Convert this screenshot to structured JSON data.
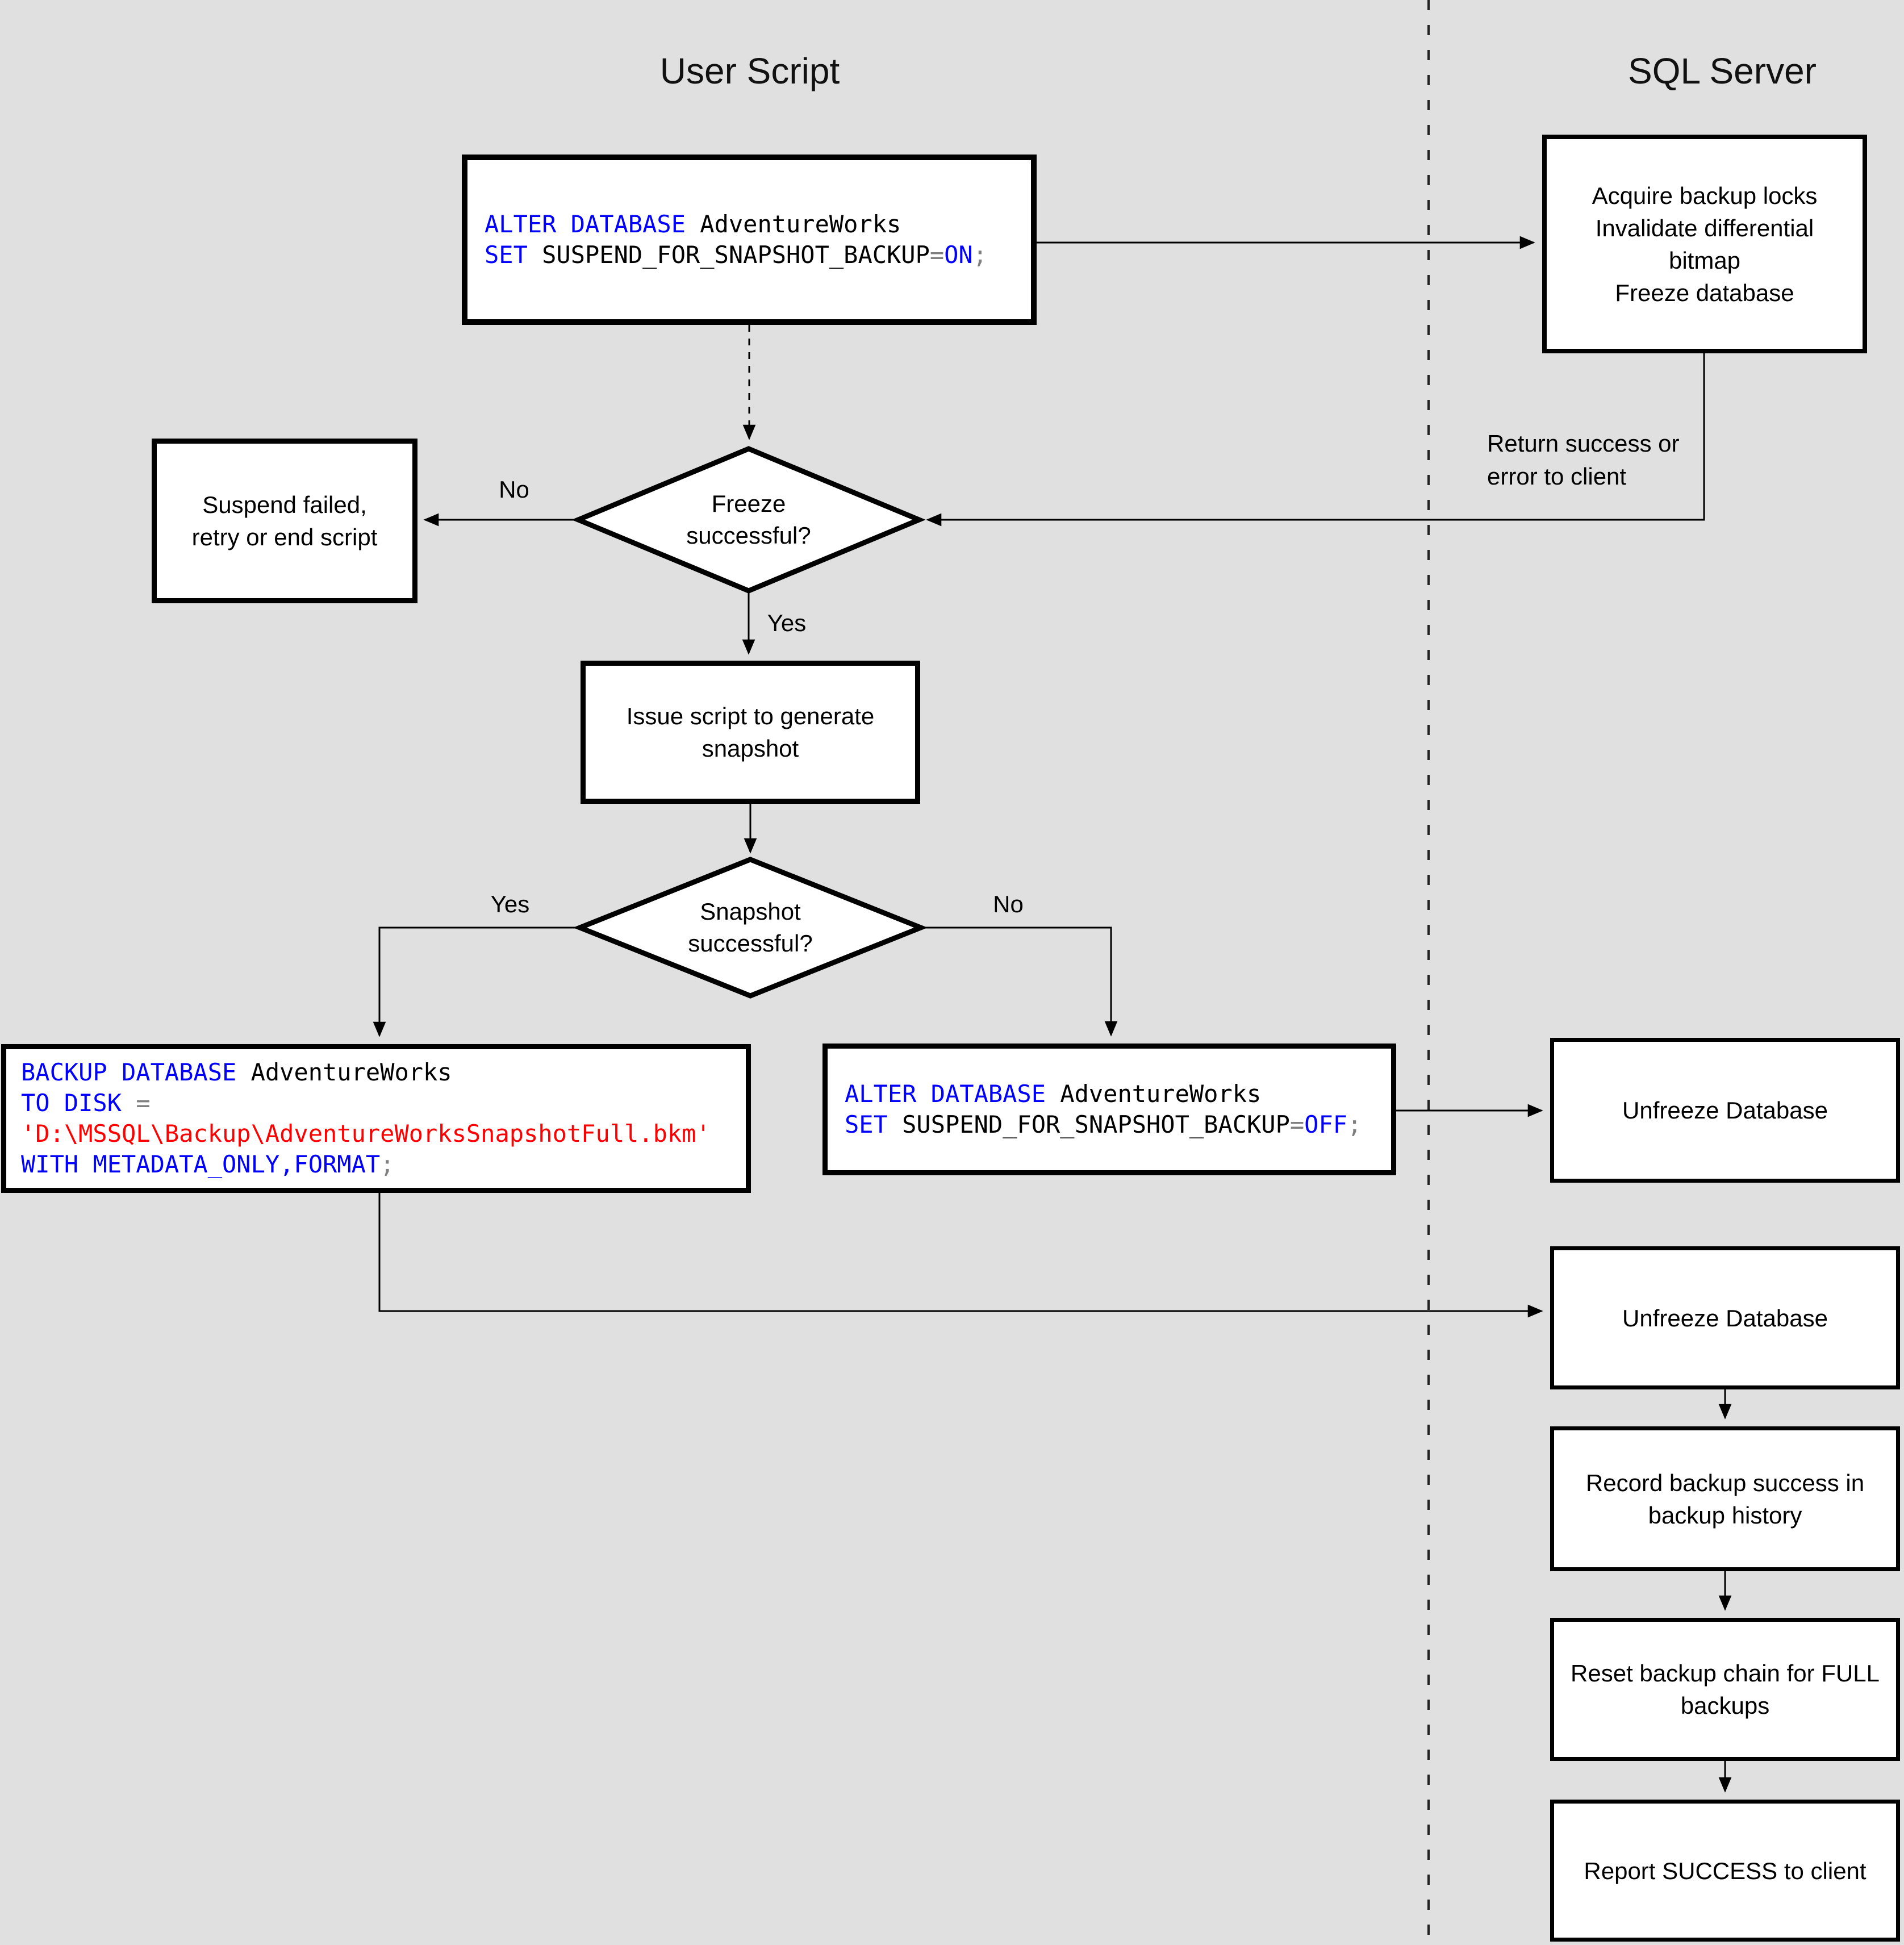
{
  "titles": {
    "left": "User Script",
    "right": "SQL Server"
  },
  "colors": {
    "background": "#e0e0e0",
    "node_fill": "#ffffff",
    "line": "#000000",
    "sql_keyword": "#0000ff",
    "sql_identifier": "#000000",
    "sql_string": "#ff0000",
    "sql_operator": "#7f7f7f"
  },
  "labels": {
    "freeze_no": "No",
    "freeze_yes": "Yes",
    "snapshot_yes": "Yes",
    "snapshot_no": "No",
    "return_note": "Return success or\nerror to client"
  },
  "nodes": {
    "acquire": {
      "text": "Acquire backup locks\nInvalidate differential\nbitmap\nFreeze database"
    },
    "suspend_failed": {
      "text": "Suspend failed,\nretry or end script"
    },
    "freeze_q": {
      "text": "Freeze\nsuccessful?"
    },
    "issue_script": {
      "text": "Issue script to generate\nsnapshot"
    },
    "snapshot_q": {
      "text": "Snapshot\nsuccessful?"
    },
    "unfreeze_1": {
      "text": "Unfreeze Database"
    },
    "unfreeze_2": {
      "text": "Unfreeze Database"
    },
    "record_history": {
      "text": "Record backup success in\nbackup history"
    },
    "reset_chain": {
      "text": "Reset backup chain for FULL\nbackups"
    },
    "report_success": {
      "text": "Report SUCCESS to client"
    }
  },
  "code_boxes": {
    "alter_on": {
      "lines": [
        [
          [
            "ALTER DATABASE",
            "kw"
          ],
          [
            " AdventureWorks",
            "id"
          ]
        ],
        [
          [
            "SET",
            "kw"
          ],
          [
            " SUSPEND_FOR_SNAPSHOT_BACKUP",
            "id"
          ],
          [
            "=",
            "op"
          ],
          [
            "ON",
            "kw"
          ],
          [
            ";",
            "op"
          ]
        ]
      ]
    },
    "backup": {
      "lines": [
        [
          [
            "BACKUP DATABASE",
            "kw"
          ],
          [
            " AdventureWorks",
            "id"
          ]
        ],
        [
          [
            "TO DISK",
            "kw"
          ],
          [
            " ",
            "id"
          ],
          [
            "=",
            "op"
          ]
        ],
        [
          [
            "'D:\\MSSQL\\Backup\\AdventureWorksSnapshotFull.bkm'",
            "str"
          ]
        ],
        [
          [
            "WITH METADATA_ONLY,FORMAT",
            "kw"
          ],
          [
            ";",
            "op"
          ]
        ]
      ]
    },
    "alter_off": {
      "lines": [
        [
          [
            "ALTER DATABASE",
            "kw"
          ],
          [
            " AdventureWorks",
            "id"
          ]
        ],
        [
          [
            "SET",
            "kw"
          ],
          [
            " SUSPEND_FOR_SNAPSHOT_BACKUP",
            "id"
          ],
          [
            "=",
            "op"
          ],
          [
            "OFF",
            "kw"
          ],
          [
            ";",
            "op"
          ]
        ]
      ]
    }
  }
}
